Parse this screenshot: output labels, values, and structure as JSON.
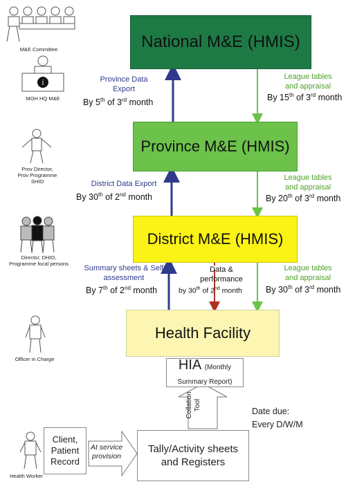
{
  "levels": {
    "national": "National M&E (HMIS)",
    "province": "Province M&E (HMIS)",
    "district": "District M&E (HMIS)",
    "facility": "Health Facility"
  },
  "hia": {
    "main": "HIA",
    "detail1": "(Monthly",
    "detail2": "Summary Report)"
  },
  "tally": {
    "line1": "Tally/Activity sheets",
    "line2": "and Registers"
  },
  "client": {
    "line1": "Client,",
    "line2": "Patient",
    "line3": "Record"
  },
  "service_arrow": {
    "line1": "At service",
    "line2": "provision"
  },
  "collation": {
    "line1": "Collation",
    "line2": "Tool"
  },
  "date_due": {
    "line1": "Date due:",
    "line2": "Every D/W/M"
  },
  "flows": {
    "province_export": {
      "label1": "Province Data",
      "label2": "Export",
      "due": "By 5",
      "ord": "th",
      "mid": " of 3",
      "ord2": "rd",
      "end": " month"
    },
    "national_league": {
      "label1": "League tables",
      "label2": "and appraisal",
      "due": "By 15",
      "ord": "th",
      "mid": " of 3",
      "ord2": "rd",
      "end": " month"
    },
    "district_export": {
      "label1": "District Data Export",
      "due": "By 30",
      "ord": "th",
      "mid": " of 2",
      "ord2": "nd",
      "end": " month"
    },
    "province_league": {
      "label1": "League tables",
      "label2": "and appraisal",
      "due": "By 20",
      "ord": "th",
      "mid": " of 3",
      "ord2": "rd",
      "end": " month"
    },
    "summary_sheets": {
      "label1": "Summary sheets & Self",
      "label2": "assessment",
      "due": "By 7",
      "ord": "th",
      "mid": " of 2",
      "ord2": "nd",
      "end": " month"
    },
    "data_performance": {
      "label1": "Data &",
      "label2": "performance",
      "due": "by 30",
      "ord": "th",
      "mid": " of 2",
      "ord2": "nd",
      "end": " month"
    },
    "district_league": {
      "label1": "League tables",
      "label2": "and appraisal",
      "due": "By 30",
      "ord": "th",
      "mid": " of 3",
      "ord2": "rd",
      "end": " month"
    }
  },
  "roles": {
    "me_committee": "M&E Committee",
    "moh_hq": "MOH HQ  M&E",
    "prov_director1": "Prov Director,",
    "prov_director2": "Prov Programme",
    "prov_director3": "SHIO",
    "district1": "Director, DHIO,",
    "district2": "Programme focal  persons",
    "officer": "Officer in Charge",
    "health_worker": "Health Worker"
  },
  "colors": {
    "national": "#1e7a45",
    "province": "#6cc24a",
    "district": "#fbf216",
    "facility": "#fdf6b2",
    "up_arrow": "#2f3a8c",
    "down_arrow": "#6cc24a",
    "feedback_arrow": "#b03020"
  }
}
